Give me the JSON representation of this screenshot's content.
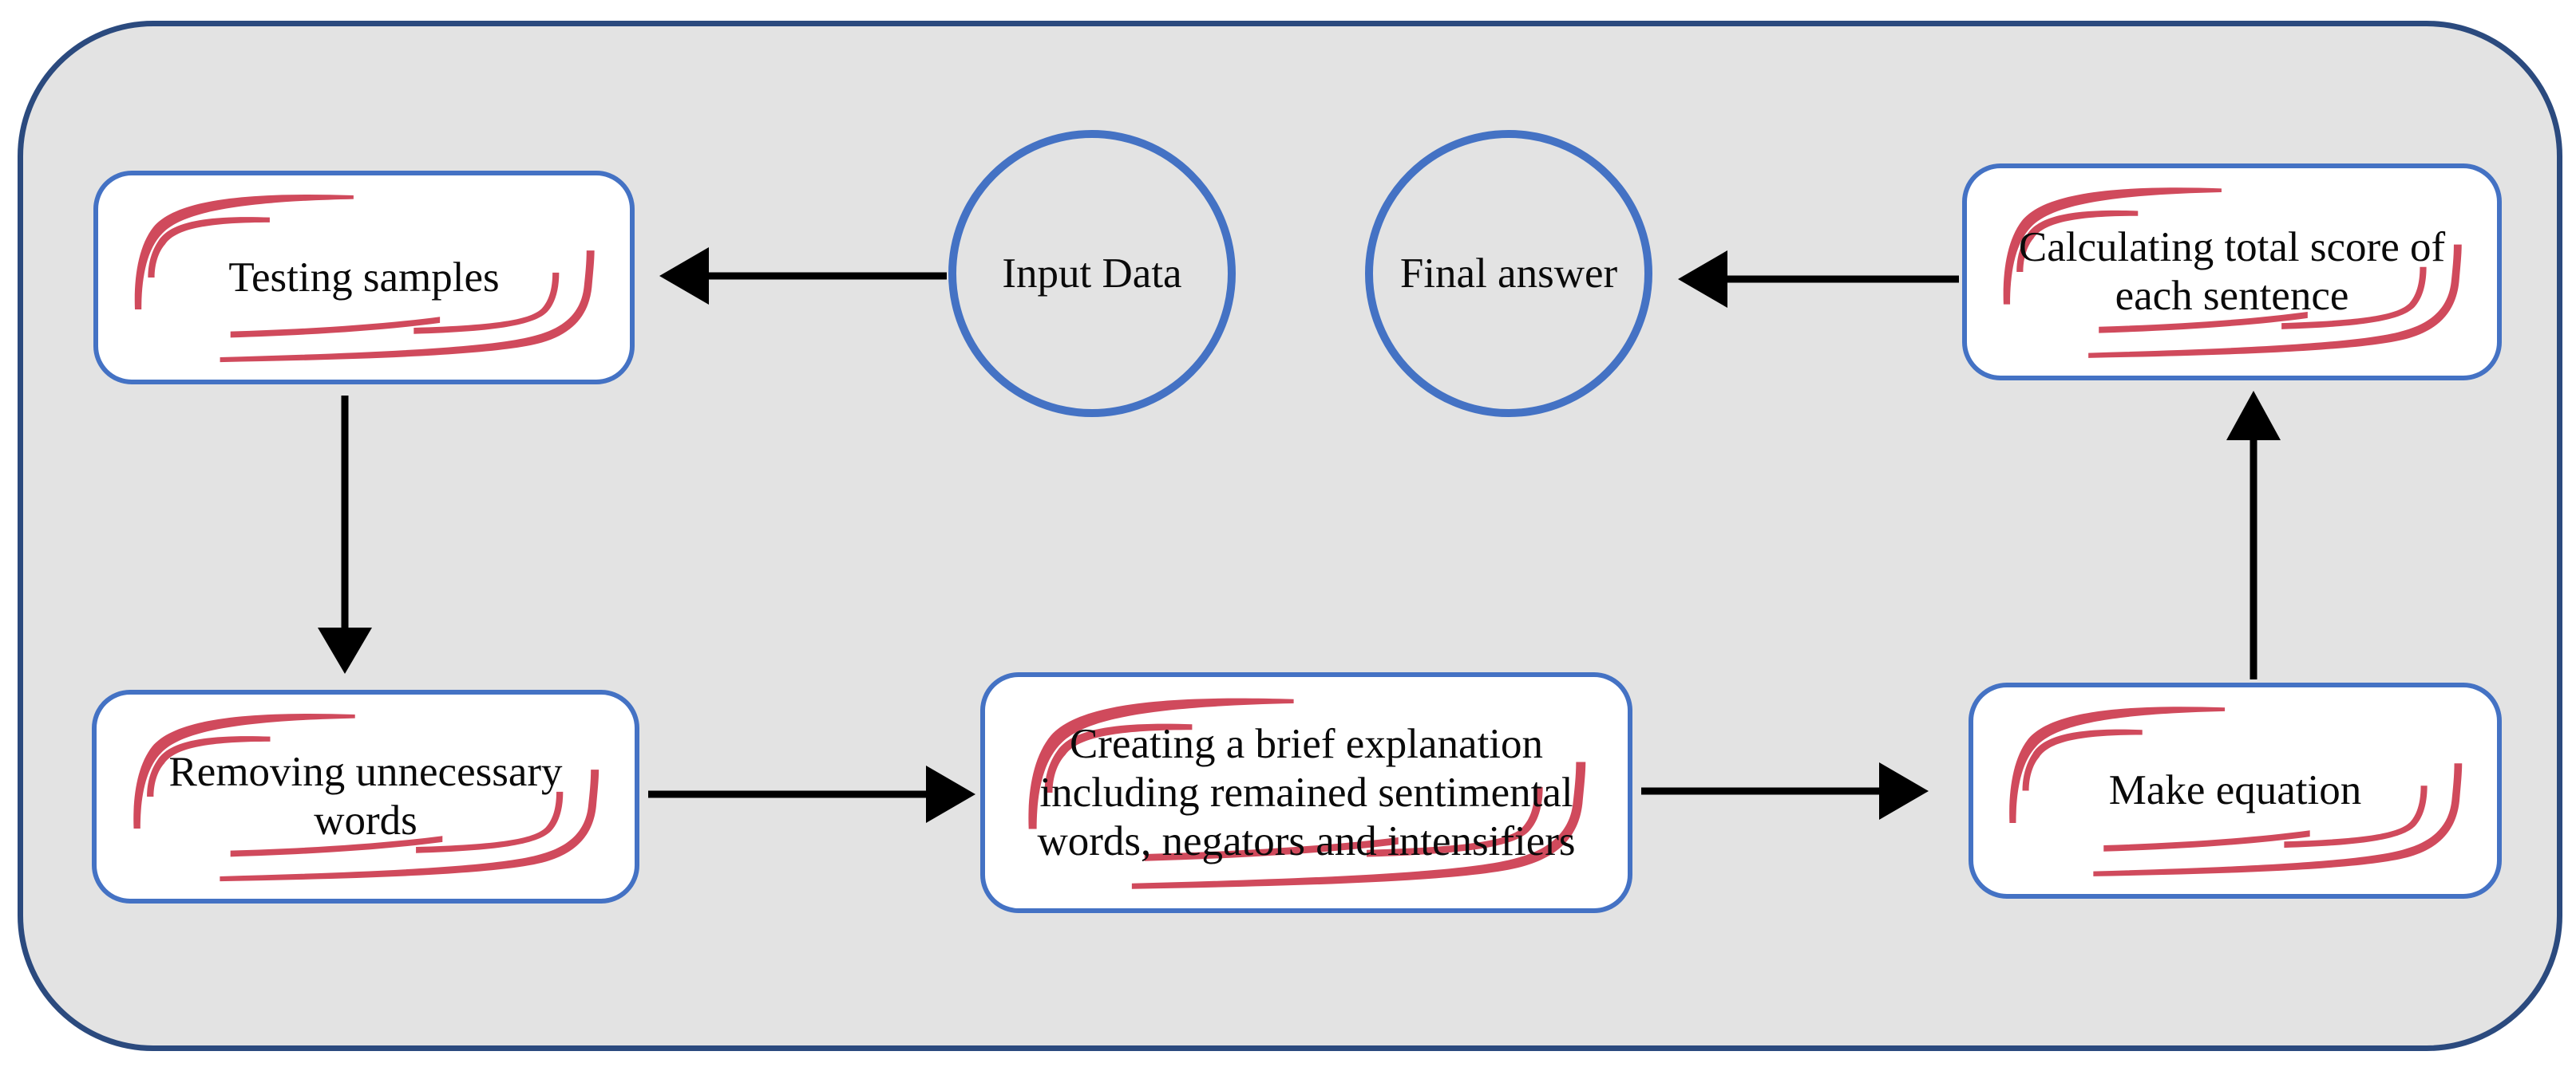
{
  "colors": {
    "page_bg": "#ffffff",
    "canvas_bg": "#e3e3e3",
    "container_border": "#2b4a7e",
    "node_fill": "#ffffff",
    "node_border": "#4472c4",
    "accent_red": "#d04a5c",
    "arrow": "#000000",
    "text": "#0a0a0a"
  },
  "diagram_type": "flowchart",
  "nodes": {
    "testing": {
      "label": "Testing samples",
      "shape": "rounded-rectangle"
    },
    "input": {
      "label": "Input Data",
      "shape": "circle"
    },
    "final": {
      "label": "Final answer",
      "shape": "circle"
    },
    "calculating": {
      "label": "Calculating total score of each sentence",
      "shape": "rounded-rectangle"
    },
    "removing": {
      "label": "Removing unnecessary words",
      "shape": "rounded-rectangle"
    },
    "creating": {
      "label": "Creating a brief explanation including remained sentimental words, negators and intensifiers",
      "shape": "rounded-rectangle"
    },
    "make": {
      "label": "Make equation",
      "shape": "rounded-rectangle"
    }
  },
  "edges": [
    {
      "from": "input",
      "to": "testing"
    },
    {
      "from": "testing",
      "to": "removing"
    },
    {
      "from": "removing",
      "to": "creating"
    },
    {
      "from": "creating",
      "to": "make"
    },
    {
      "from": "make",
      "to": "calculating"
    },
    {
      "from": "calculating",
      "to": "final"
    }
  ]
}
